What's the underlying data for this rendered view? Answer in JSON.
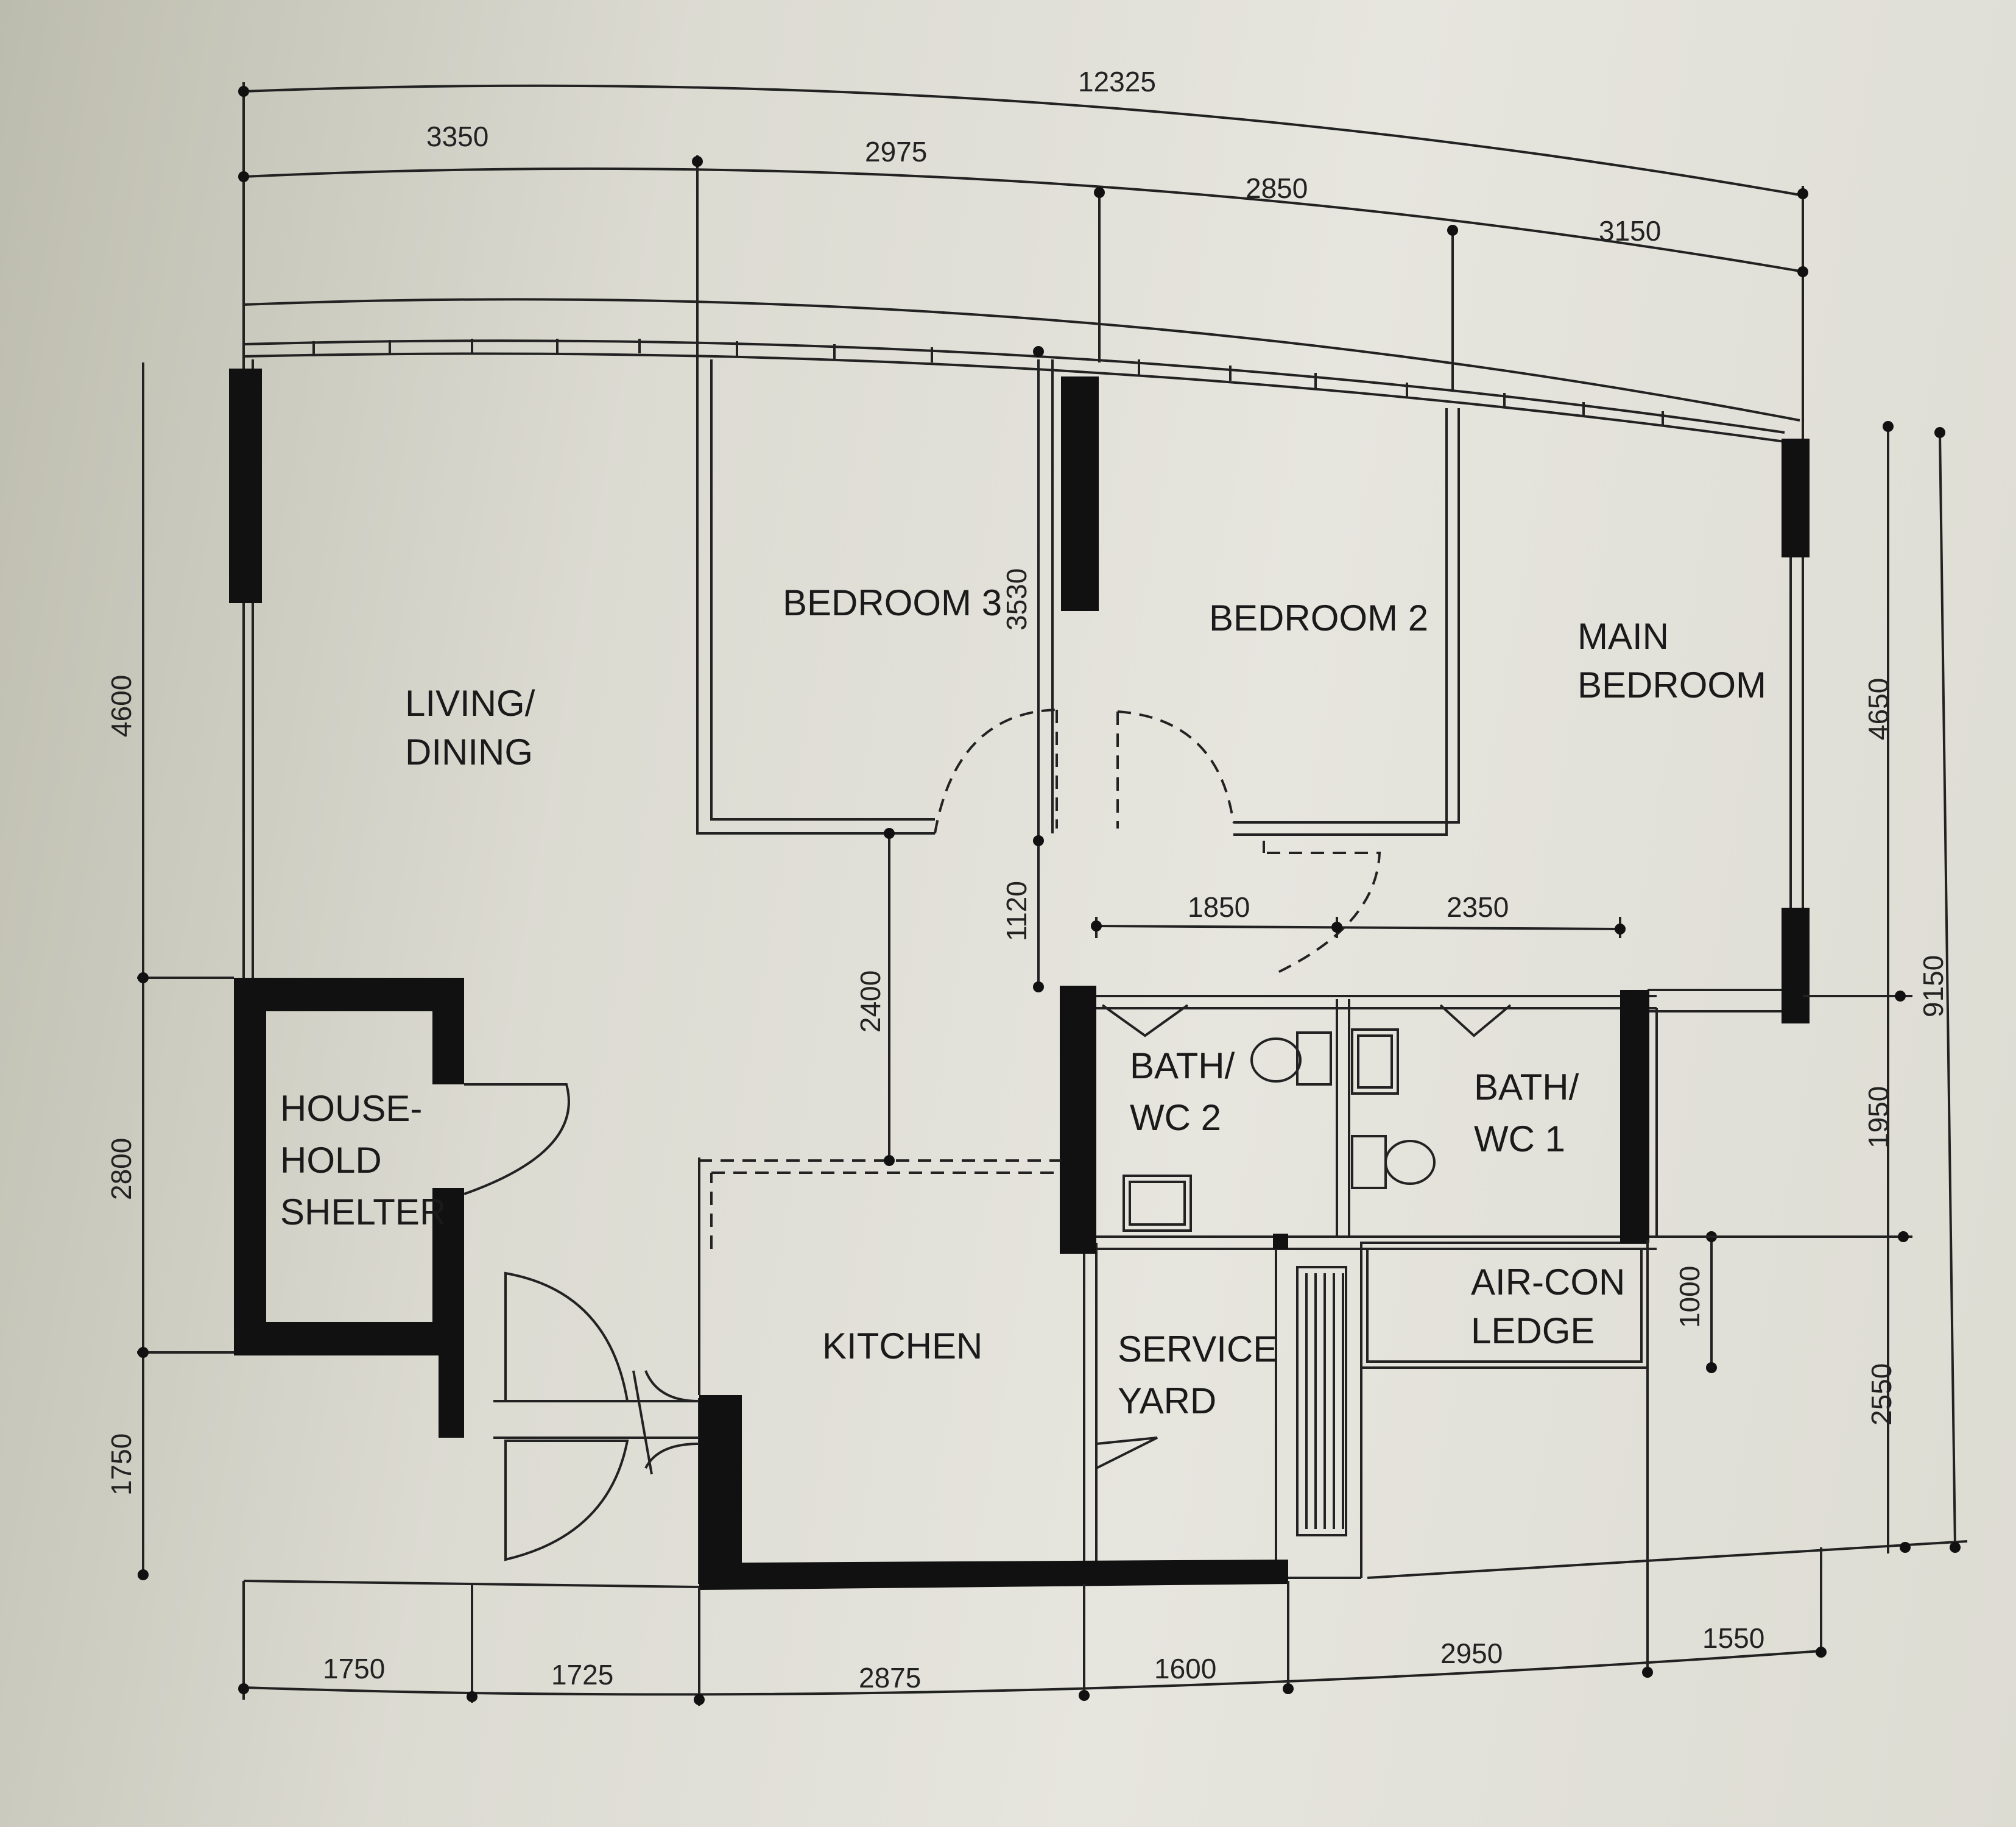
{
  "rooms": {
    "living": [
      "LIVING/",
      "DINING"
    ],
    "bedroom3": "BEDROOM 3",
    "bedroom2": "BEDROOM 2",
    "main_bedroom": [
      "MAIN",
      "BEDROOM"
    ],
    "household_shelter": [
      "HOUSE-",
      "HOLD",
      "SHELTER"
    ],
    "bath2": [
      "BATH/",
      "WC 2"
    ],
    "bath1": [
      "BATH/",
      "WC 1"
    ],
    "aircon": [
      "AIR-CON",
      "LEDGE"
    ],
    "kitchen": "KITCHEN",
    "service_yard": [
      "SERVICE",
      "YARD"
    ]
  },
  "dimensions": {
    "top_total": "12325",
    "top_segments": [
      "3350",
      "2975",
      "2850",
      "3150"
    ],
    "bottom_segments": [
      "1750",
      "1725",
      "2875",
      "1600",
      "2950",
      "1550"
    ],
    "left_segments": [
      "4600",
      "2800",
      "1750"
    ],
    "right_segments": [
      "4650",
      "1950",
      "2550"
    ],
    "right_total": "9150",
    "interior_h": [
      "1850",
      "2350"
    ],
    "interior_v": [
      "3530",
      "1120",
      "2400"
    ],
    "aircon_depth": "1000"
  }
}
